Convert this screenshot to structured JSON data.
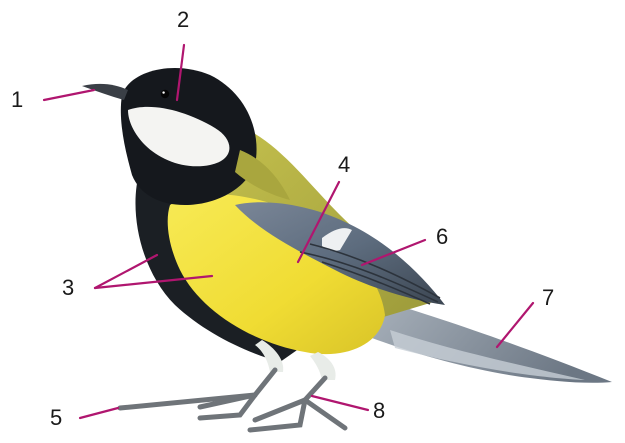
{
  "figure": {
    "subject": "bird-great-tit",
    "colors": {
      "leader_line": "#b0166f",
      "label_text": "#1a1a1a",
      "head_black": "#15181d",
      "cheek_white": "#f4f4f2",
      "breast_yellow": "#f0e040",
      "back_olive": "#b8b542",
      "wing_blue_grey": "#5d6c7e",
      "tail_grey": "#8f9aa6",
      "legs_grey": "#6f7479"
    },
    "labels": [
      {
        "id": "label-1",
        "text": "1"
      },
      {
        "id": "label-2",
        "text": "2"
      },
      {
        "id": "label-3",
        "text": "3"
      },
      {
        "id": "label-4",
        "text": "4"
      },
      {
        "id": "label-5",
        "text": "5"
      },
      {
        "id": "label-6",
        "text": "6"
      },
      {
        "id": "label-7",
        "text": "7"
      },
      {
        "id": "label-8",
        "text": "8"
      }
    ]
  }
}
